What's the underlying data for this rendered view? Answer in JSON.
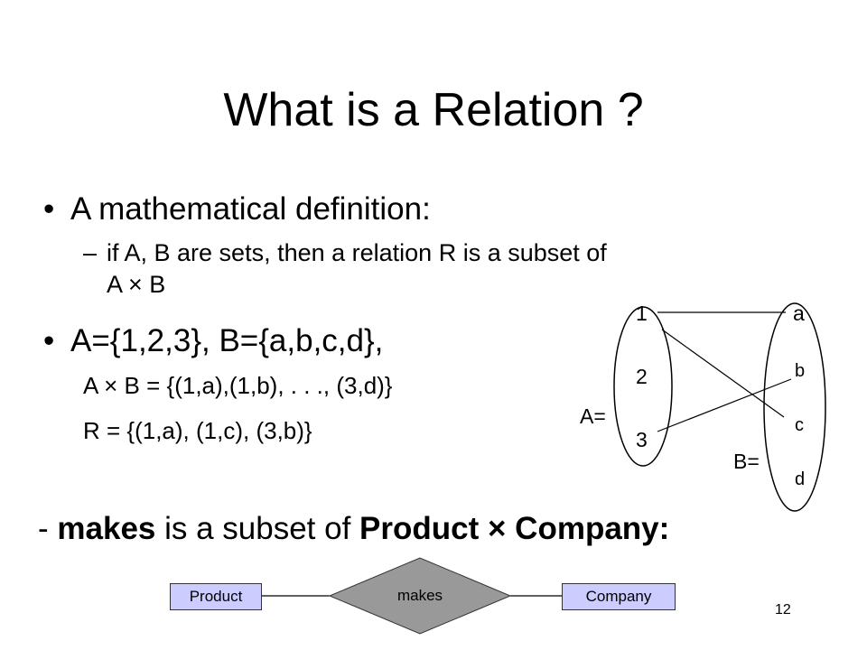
{
  "title": "What is a Relation ?",
  "bullets": {
    "b1_marker": "•",
    "b1_text": "A mathematical definition:",
    "b1_sub_marker": "–",
    "b1_sub_line1": "if A, B are sets, then a relation R is a subset of",
    "b1_sub_line2": "A × B",
    "b2_marker": "•",
    "b2_text": "A={1,2,3},   B={a,b,c,d},",
    "b2_sub1": "A × B = {(1,a),(1,b), . . ., (3,d)}",
    "b2_sub2": "R = {(1,a), (1,c), (3,b)}"
  },
  "makes_line": {
    "prefix": "- ",
    "makes": "makes",
    "mid": " is a subset of ",
    "product": "Product",
    "times": " × ",
    "company": "Company",
    "colon": ":"
  },
  "set_diagram": {
    "set_a_label": "A=",
    "set_b_label": "B=",
    "a_elements": [
      "1",
      "2",
      "3"
    ],
    "b_elements": [
      "a",
      "b",
      "c",
      "d"
    ],
    "relation_pairs": [
      [
        "1",
        "a"
      ],
      [
        "1",
        "c"
      ],
      [
        "3",
        "b"
      ]
    ]
  },
  "er_diagram": {
    "entity_left": "Product",
    "relationship": "makes",
    "entity_right": "Company",
    "entity_fill": "#ccccff",
    "relationship_fill": "#999999"
  },
  "page_number": "12"
}
